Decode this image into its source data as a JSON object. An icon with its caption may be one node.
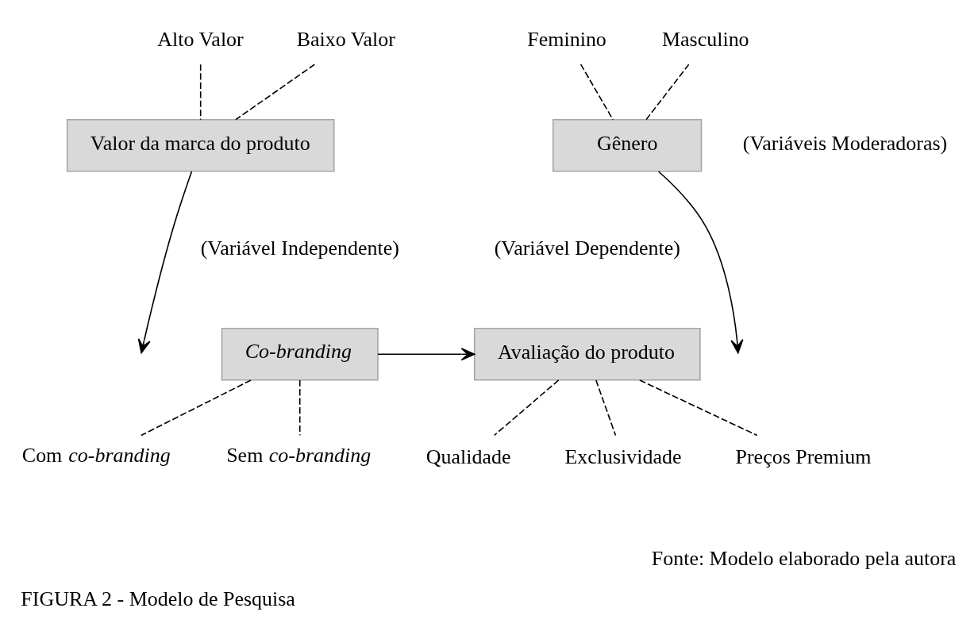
{
  "diagram": {
    "caption": "FIGURA 2 - Modelo de Pesquisa",
    "nodes": [
      {
        "text": [
          "Valor da marca do produto"
        ]
      },
      {
        "text": [
          "Gênero"
        ]
      },
      {
        "text": [
          "Co-branding"
        ]
      },
      {
        "text": [
          "Avaliação do produto"
        ]
      },
      {
        "text": [
          "Alto Valor"
        ]
      },
      {
        "text": [
          "Baixo Valor"
        ]
      },
      {
        "text": [
          "Feminino"
        ]
      },
      {
        "text": [
          "Masculino"
        ]
      },
      {
        "text": [
          "Com *co-branding*"
        ]
      },
      {
        "text": [
          "Sem *co-branding*"
        ]
      },
      {
        "text": [
          "Qualidade"
        ]
      },
      {
        "text": [
          "Exclusividade"
        ]
      },
      {
        "text": [
          "Preços Premium"
        ]
      }
    ],
    "edges": [
      {
        "from": 4,
        "to": 0,
        "arrow": "none",
        "style": "dashed"
      },
      {
        "from": 5,
        "to": 0,
        "arrow": "none",
        "style": "dashed"
      },
      {
        "from": 6,
        "to": 1,
        "arrow": "none",
        "style": "dashed"
      },
      {
        "from": 7,
        "to": 1,
        "arrow": "none",
        "style": "dashed"
      },
      {
        "from": 0,
        "to": null,
        "arrow": "to"
      },
      {
        "from": 1,
        "to": null,
        "arrow": "to"
      },
      {
        "from": 2,
        "to": 3,
        "arrow": "to"
      },
      {
        "from": 2,
        "to": 8,
        "arrow": "none",
        "style": "dashed"
      },
      {
        "from": 2,
        "to": 9,
        "arrow": "none",
        "style": "dashed"
      },
      {
        "from": 3,
        "to": 10,
        "arrow": "none",
        "style": "dashed"
      },
      {
        "from": 3,
        "to": 11,
        "arrow": "none",
        "style": "dashed"
      },
      {
        "from": 3,
        "to": 12,
        "arrow": "none",
        "style": "dashed"
      }
    ],
    "labels": [
      "(Variáveis Moderadoras)",
      "(Variável Independente)",
      "(Variável Dependente)",
      "Fonte: Modelo elaborado pela autora"
    ]
  }
}
